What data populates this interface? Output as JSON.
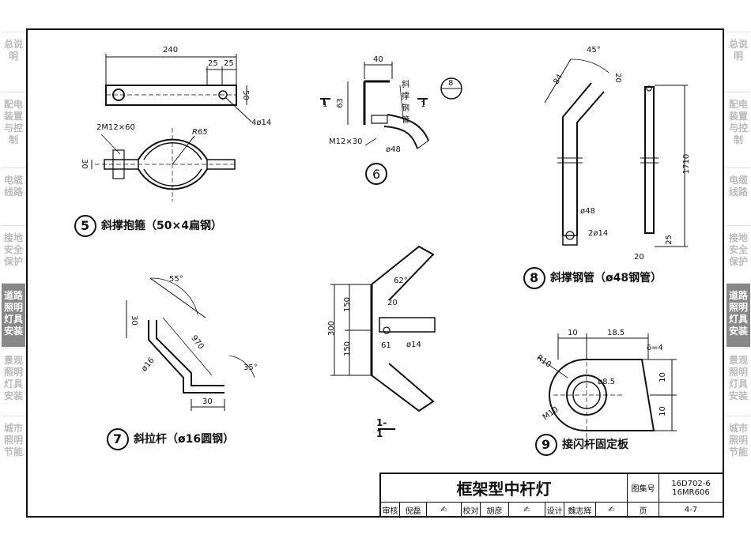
{
  "sidebar_left": [
    "总说明",
    "配电装置与控制",
    "电缆线路",
    "接地安全保护",
    "道路照明灯具安装",
    "景观照明灯具安装",
    "城市照明节能"
  ],
  "sidebar_right": [
    "总说明",
    "配电装置与控制",
    "电缆线路",
    "接地安全保护",
    "道路照明灯具安装",
    "景观照明灯具安装",
    "城市照明节能"
  ],
  "active_section": "道路照明灯具安装",
  "details": {
    "d5": {
      "num": "5",
      "caption": "斜撑抱箍（50×4扁钢）",
      "dims": [
        "240",
        "25",
        "25",
        "50",
        "4ø14",
        "2M12×60",
        "R65",
        "30"
      ]
    },
    "d6": {
      "num": "6",
      "caption": "",
      "dims": [
        "40",
        "63",
        "M12×30",
        "ø48",
        "斜撑钢管",
        "8",
        "1"
      ]
    },
    "d7": {
      "num": "7",
      "caption": "斜拉杆（ø16圆钢）",
      "dims": [
        "55°",
        "30",
        "970",
        "ø16",
        "35°",
        "30"
      ]
    },
    "d11": {
      "caption": "1-1",
      "dims": [
        "300",
        "150",
        "150",
        "62°",
        "20",
        "61",
        "ø14"
      ]
    },
    "d8": {
      "num": "8",
      "caption": "斜撑钢管（ø48钢管）",
      "dims": [
        "45°",
        "84",
        "20",
        "ø48",
        "2ø14",
        "1710",
        "25",
        "20"
      ]
    },
    "d9": {
      "num": "9",
      "caption": "接闪杆固定板",
      "dims": [
        "10",
        "18.5",
        "δ=4",
        "R10",
        "ø8.5",
        "10",
        "10",
        "M10"
      ]
    }
  },
  "title_block": {
    "title": "框架型中杆灯",
    "atlas_label": "图集号",
    "atlas_no_1": "16D702-6",
    "atlas_no_2": "16MR606",
    "review_label": "审核",
    "reviewer": "倪磊",
    "check_label": "校对",
    "checker": "胡彦",
    "design_label": "设计",
    "designer": "魏志辉",
    "page_label": "页",
    "page_no": "4-7"
  }
}
